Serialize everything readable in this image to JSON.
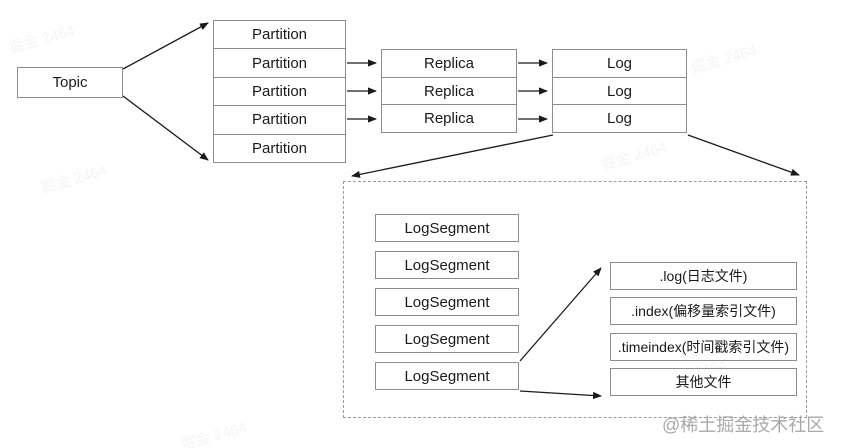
{
  "diagram": {
    "topic": {
      "label": "Topic"
    },
    "partitions": [
      {
        "label": "Partition"
      },
      {
        "label": "Partition"
      },
      {
        "label": "Partition"
      },
      {
        "label": "Partition"
      },
      {
        "label": "Partition"
      }
    ],
    "replicas": [
      {
        "label": "Replica"
      },
      {
        "label": "Replica"
      },
      {
        "label": "Replica"
      }
    ],
    "logs": [
      {
        "label": "Log"
      },
      {
        "label": "Log"
      },
      {
        "label": "Log"
      }
    ],
    "log_segments": [
      {
        "label": "LogSegment"
      },
      {
        "label": "LogSegment"
      },
      {
        "label": "LogSegment"
      },
      {
        "label": "LogSegment"
      },
      {
        "label": "LogSegment"
      }
    ],
    "segment_files": [
      {
        "label": ".log(日志文件)"
      },
      {
        "label": ".index(偏移量索引文件)"
      },
      {
        "label": ".timeindex(时间戳索引文件)"
      },
      {
        "label": "其他文件"
      }
    ],
    "watermark": "@稀土掘金技术社区",
    "faint_watermark": "掘金 2464",
    "colors": {
      "box_border": "#8c8c8c",
      "dashed_border": "#9a9a9a",
      "arrow": "#1a1a1a",
      "text": "#1a1a1a",
      "watermark": "#a9a9a9"
    }
  }
}
